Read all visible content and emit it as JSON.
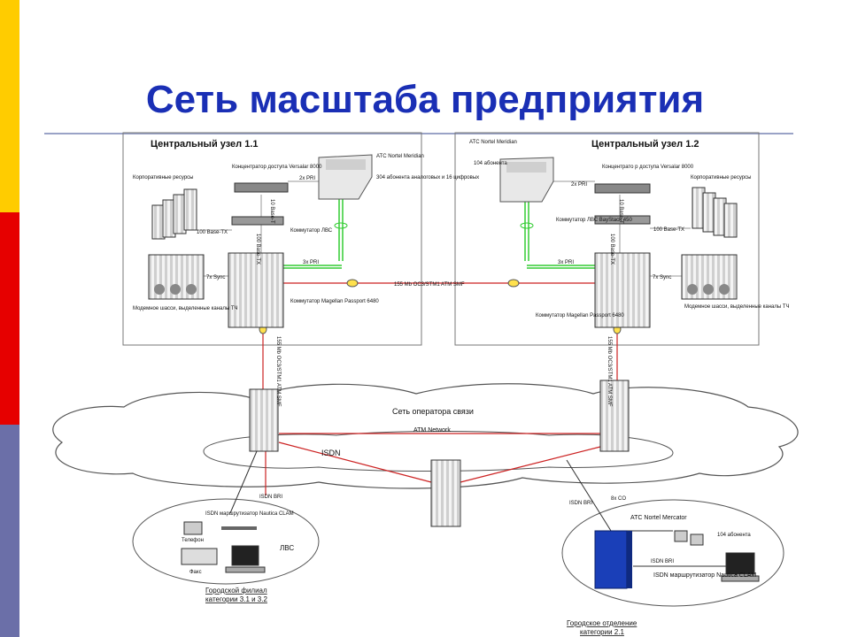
{
  "slide": {
    "title": "Сеть масштаба предприятия",
    "colors": {
      "title": "#1a2fb5",
      "stripe_yellow": "#ffcc00",
      "stripe_red": "#e60000",
      "stripe_blue": "#6b6fa8",
      "line_green": "#33cc33",
      "line_red": "#cc2222"
    }
  },
  "node1": {
    "heading": "Центральный узел 1.1",
    "pbx": "АТС Nortel Meridian",
    "pbx_note": "304 абонента аналоговых и 16 цифровых",
    "concentrator": "Концентратор доступа Versalar 8000",
    "resources": "Корпоративные ресурсы",
    "lan_switch": "Коммутатор ЛВС",
    "base_tx": "100 Base-TX",
    "pri2": "2x PRI",
    "pri3": "3x PRI",
    "sync": "7x Sync",
    "modem": "Модемное шасси, выделенные каналы ТЧ",
    "magellan": "Коммутатор Magellan Passport 6480",
    "vlink_a": "10 Base-T",
    "vlink_b": "100 Base-TX",
    "atm_up": "155 Mb OC3/STM1 ATM SMF"
  },
  "node2": {
    "heading": "Центральный узел 1.2",
    "pbx": "АТС Nortel Meridian",
    "pbx_note": "104 абонента",
    "concentrator": "Концентрато р доступа Versalar 8000",
    "resources": "Корпоративные ресурсы",
    "lan_switch": "Коммутатор ЛВС BayStack 450",
    "base_tx": "100 Base-TX",
    "pri2": "2x PRI",
    "pri3": "3x PRI",
    "sync": "7x Sync",
    "modem": "Модемное шасси, выделенные каналы ТЧ",
    "magellan": "Коммутатор Magellan Passport 6480",
    "vlink_a": "10 Base-T",
    "vlink_b": "100 Base-TX",
    "atm_up": "155 Mb OC3/STM1 ATM SMF"
  },
  "trunk": "155 Mb OC3/STM1 ATM SMF",
  "cloud": {
    "label": "Сеть оператора связи",
    "atm": "ATM Network",
    "isdn": "ISDN"
  },
  "branch1": {
    "isdn": "ISDN BRI",
    "router": "ISDN маршрутизатор Nautica CLAM",
    "phone": "Телефон",
    "fax": "Факс",
    "lan": "ЛВС",
    "caption1": "Городской филиал",
    "caption2": "категории 3.1 и 3.2"
  },
  "branch2": {
    "isdn": "ISDN BRI",
    "co": "8x CO",
    "pbx": "АТС Nortel Mercator",
    "subs": "104 абонента",
    "isdn2": "ISDN BRI",
    "router": "ISDN маршрутизатор Nautica CLAM",
    "caption1": "Городское отделение",
    "caption2": "категории 2.1"
  }
}
